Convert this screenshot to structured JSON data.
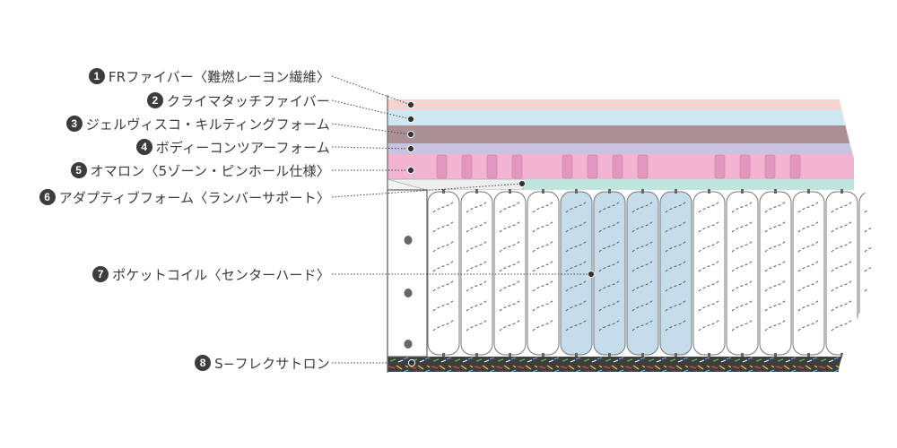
{
  "diagram": {
    "callouts": [
      {
        "id": "fr-fiber",
        "number": "1",
        "label": "FRファイバー〈難燃レーヨン繊維〉"
      },
      {
        "id": "climate-fiber",
        "number": "2",
        "label": "クライマタッチファイバー"
      },
      {
        "id": "gel-visco",
        "number": "3",
        "label": "ジェルヴィスコ・キルティングフォーム"
      },
      {
        "id": "body-contour",
        "number": "4",
        "label": "ボディーコンツアーフォーム"
      },
      {
        "id": "omalon-5zone",
        "number": "5",
        "label": "オマロン〈5ゾーン・ピンホール仕様〉"
      },
      {
        "id": "adaptive-foam",
        "number": "6",
        "label": "アダプティブフォーム〈ランバーサポート〉"
      },
      {
        "id": "pocket-coil",
        "number": "7",
        "label": "ポケットコイル〈センターハード〉"
      },
      {
        "id": "s-flex-cotton",
        "number": "8",
        "label": "S−フレクサトロン"
      }
    ],
    "colors": {
      "fr_fiber": "#ffffff",
      "climate_fiber": "#f7d3cf",
      "gel_visco": "#cde7f3",
      "body_contour": "#ab8f96",
      "omalon": "#c7c3e0",
      "omalon_zone": "#f2b4d1",
      "omalon_zone_hard": "#e397bf",
      "adaptive_foam": "#bfe6dc",
      "coil_standard": "#ffffff",
      "coil_center_hard": "#c5dceb",
      "base_pad": "#3e3e3e",
      "outline": "#555555"
    }
  }
}
